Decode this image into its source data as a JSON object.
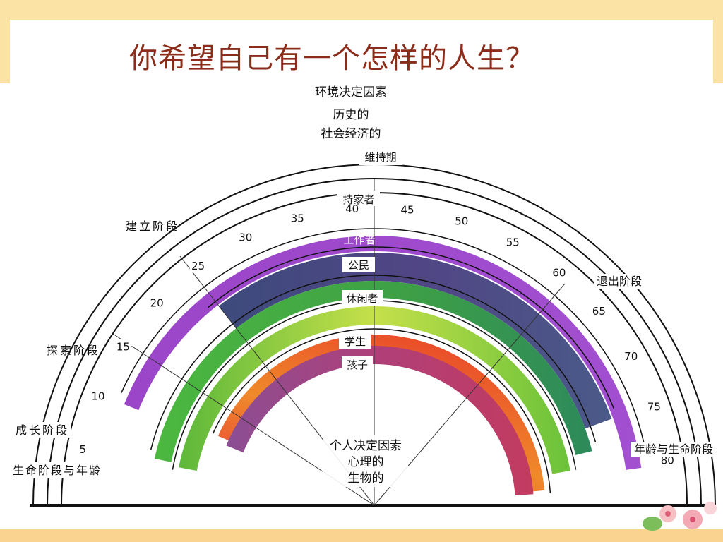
{
  "slide": {
    "title": "你希望自己有一个怎样的人生？"
  },
  "diagram": {
    "top_labels": {
      "environment": "环境决定因素",
      "historical": "历史的",
      "socioeconomic": "社会经济的",
      "maintenance": "维持期"
    },
    "center_labels": {
      "personal": "个人决定因素",
      "psychological": "心理的",
      "biological": "生物的"
    },
    "stage_labels": {
      "establishment": "建立阶段",
      "exploration": "探索阶段",
      "growth": "成长阶段",
      "life_stage_age": "生命阶段与年龄",
      "decline": "退出阶段",
      "age_life_stage": "年龄与生命阶段"
    },
    "ages": [
      "5",
      "10",
      "15",
      "20",
      "25",
      "30",
      "35",
      "40",
      "45",
      "50",
      "55",
      "60",
      "65",
      "70",
      "75",
      "80"
    ],
    "roles": [
      {
        "label": "持家者",
        "color": "#9b45c9"
      },
      {
        "label": "工作者",
        "color": "#4f4a85"
      },
      {
        "label": "公民",
        "color": "#3aa84a"
      },
      {
        "label": "休闲者",
        "color": "#8fc940"
      },
      {
        "label": "学生",
        "color": "#ea5a24"
      },
      {
        "label": "孩子",
        "color": "#a7407e"
      }
    ]
  }
}
